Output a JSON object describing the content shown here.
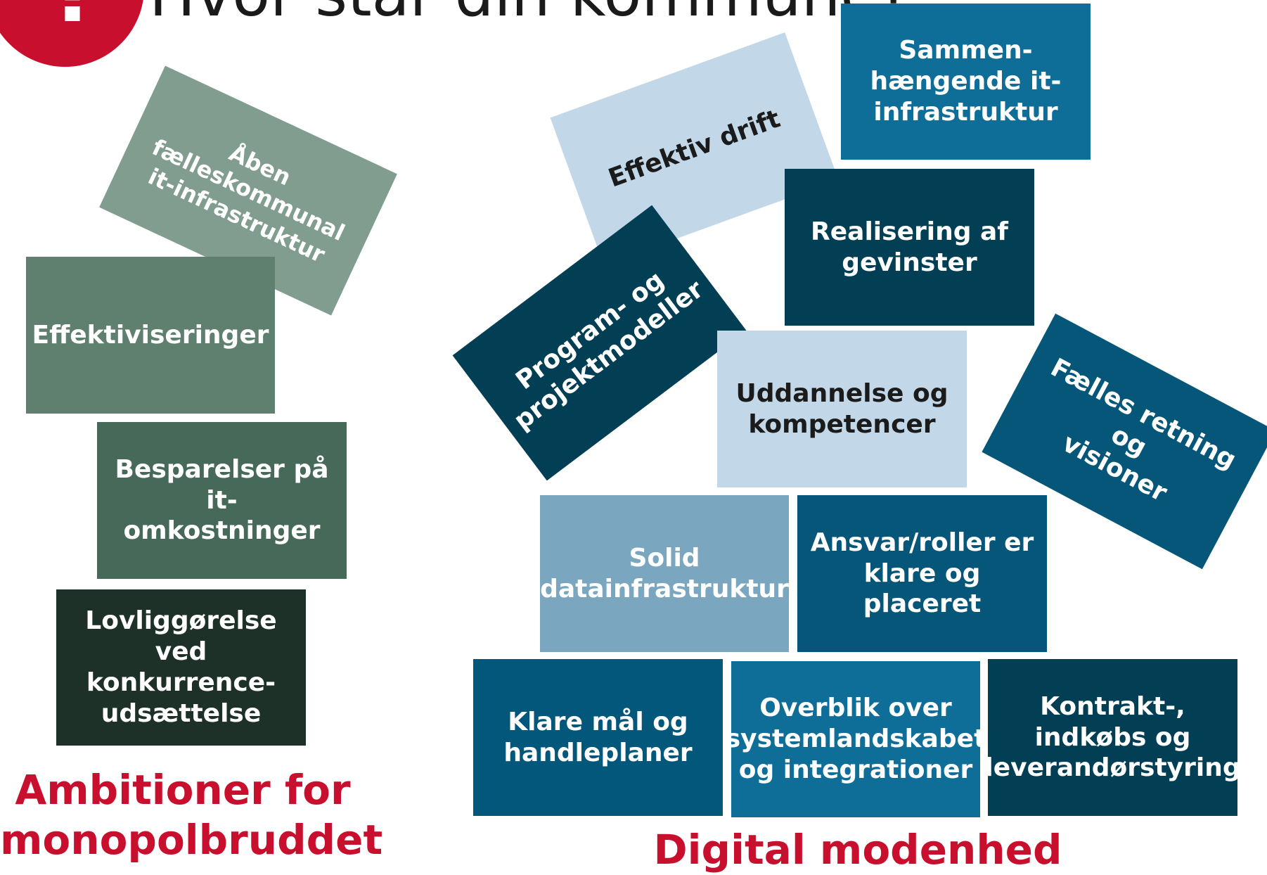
{
  "header": {
    "icon_symbol": "?",
    "title": "Hvor står din kommune?"
  },
  "left_group": {
    "caption": "Ambitioner for\nmonopolbruddet",
    "boxes": [
      {
        "label": "Åben\nfælleskommunal\nit-infrastruktur",
        "color": "#809d8f"
      },
      {
        "label": "Effektiviseringer",
        "color": "#5f7f6f"
      },
      {
        "label": "Besparelser på it-\nomkostninger",
        "color": "#46695a"
      },
      {
        "label": "Lovliggørelse ved\nkonkurrence-\nudsættelse",
        "color": "#1e3128"
      }
    ]
  },
  "right_group": {
    "caption": "Digital modenhed",
    "boxes": [
      {
        "label": "Effektiv drift",
        "color": "#c2d8e8"
      },
      {
        "label": "Sammen-\nhængende it-\ninfrastruktur",
        "color": "#0f6e98"
      },
      {
        "label": "Realisering af\ngevinster",
        "color": "#023e54"
      },
      {
        "label": "Program- og\nprojektmodeller",
        "color": "#023e54"
      },
      {
        "label": "Uddannelse og\nkompetencer",
        "color": "#c2d8e8"
      },
      {
        "label": "Fælles retning og\nvisioner",
        "color": "#065679"
      },
      {
        "label": "Solid\ndatainfrastruktur",
        "color": "#7aa7bf"
      },
      {
        "label": "Ansvar/roller er\nklare og placeret",
        "color": "#065679"
      },
      {
        "label": "Klare mål og\nhandleplaner",
        "color": "#03577a"
      },
      {
        "label": "Overblik over\nsystemlandskabet\nog integrationer",
        "color": "#0f6e98"
      },
      {
        "label": "Kontrakt-,\nindkøbs og\nleverandørstyring",
        "color": "#023e54"
      }
    ]
  }
}
